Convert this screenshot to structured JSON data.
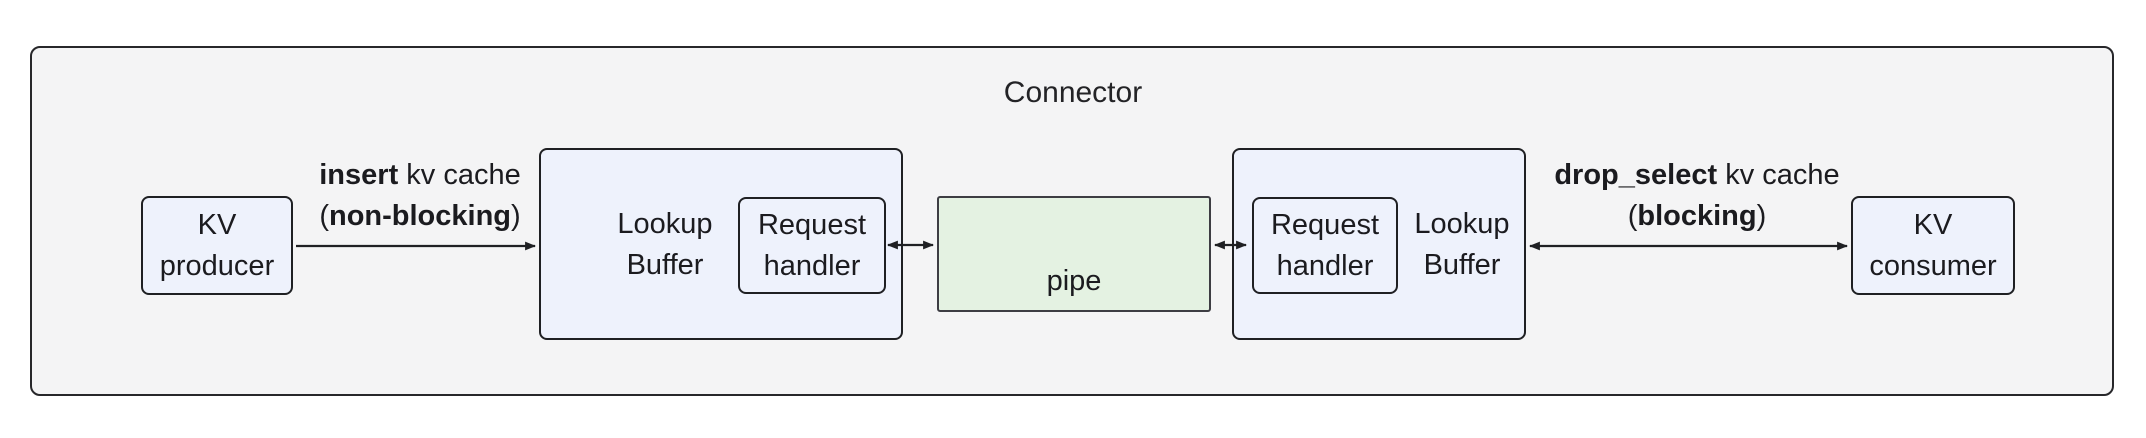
{
  "diagram": {
    "title": "Connector",
    "nodes": {
      "kv_producer": {
        "line1": "KV",
        "line2": "producer"
      },
      "lookup_buffer_left": {
        "label_line1": "Lookup",
        "label_line2": "Buffer"
      },
      "request_handler_left": {
        "line1": "Request",
        "line2": "handler"
      },
      "pipe": {
        "label": "pipe"
      },
      "request_handler_right": {
        "line1": "Request",
        "line2": "handler"
      },
      "lookup_buffer_right": {
        "label_line1": "Lookup",
        "label_line2": "Buffer"
      },
      "kv_consumer": {
        "line1": "KV",
        "line2": "consumer"
      }
    },
    "edges": {
      "insert": {
        "keyword": "insert",
        "rest": " kv cache",
        "paren_open": "(",
        "mode": "non-blocking",
        "paren_close": ")"
      },
      "drop_select": {
        "keyword": "drop_select",
        "rest": " kv cache",
        "paren_open": "(",
        "mode": "blocking",
        "paren_close": ")"
      }
    },
    "colors": {
      "border": "#1f2023",
      "box_fill": "#eef2fc",
      "pipe_fill": "#e4f2e2",
      "pipe_border": "#3d3d43",
      "outer_fill": "#f4f4f5",
      "outer_border": "#27272a"
    }
  }
}
